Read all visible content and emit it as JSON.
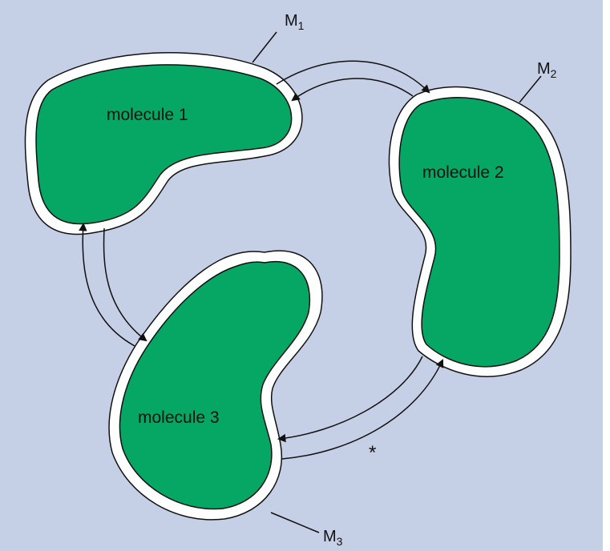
{
  "colors": {
    "background": "#c5cfe6",
    "molecule_fill": "#06a664",
    "membrane": "#ffffff",
    "outline": "#111111"
  },
  "molecules": [
    {
      "label": "molecule 1"
    },
    {
      "label": "molecule 2"
    },
    {
      "label": "molecule 3"
    }
  ],
  "membranes": [
    {
      "letter": "M",
      "subscript": "1"
    },
    {
      "letter": "M",
      "subscript": "2"
    },
    {
      "letter": "M",
      "subscript": "3"
    }
  ],
  "annotation": "*"
}
